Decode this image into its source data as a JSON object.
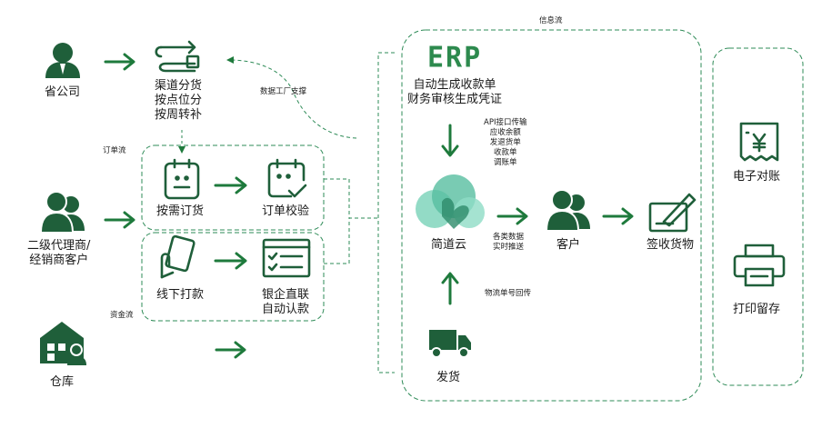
{
  "colors": {
    "green": "#1e7a3c",
    "dashed": "#2e8b57",
    "icon_dark": "#1f5f3a",
    "cloud": "#5ec3a5"
  },
  "labels": {
    "province_company": "省公司",
    "channel_alloc": [
      "渠道分货",
      "按点位分",
      "按周转补"
    ],
    "data_factory": "数据工厂支撑",
    "order_flow": "订单流",
    "order_on_demand": "按需订货",
    "order_verify": "订单校验",
    "distributor": [
      "二级代理商/",
      "经销商客户"
    ],
    "offline_pay": "线下打款",
    "bank_link": [
      "银企直联",
      "自动认款"
    ],
    "fund_flow": "资金流",
    "warehouse": "仓库",
    "info_flow": "信息流",
    "erp": "ERP",
    "erp_desc": [
      "自动生成收款单",
      "财务审核生成凭证"
    ],
    "api_list": [
      "API接口传输",
      "应收余额",
      "发退货单",
      "收款单",
      "调账单"
    ],
    "jiandaoyun": "简道云",
    "push_data": [
      "各类数据",
      "实时推送"
    ],
    "customer": "客户",
    "sign_goods": "签收货物",
    "logistics": "物流单号回传",
    "shipping": "发货",
    "e_reconcile": "电子对账",
    "print_keep": "打印留存"
  }
}
